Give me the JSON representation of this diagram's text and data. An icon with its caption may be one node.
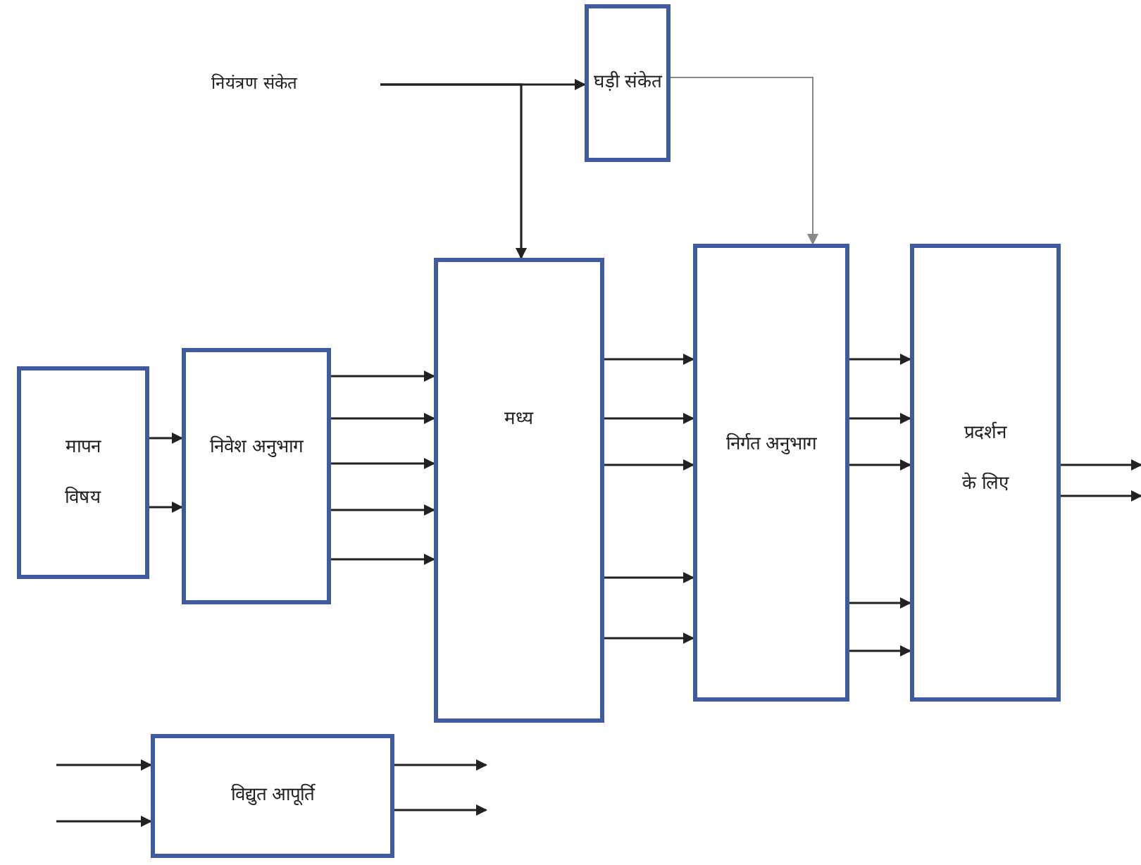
{
  "diagram": {
    "nodes": [
      {
        "text": [
          "नियंत्रण संकेत"
        ]
      },
      {
        "text": [
          "घड़ी संकेत"
        ]
      },
      {
        "text": [
          "मापन विषय"
        ]
      },
      {
        "text": [
          "निवेश अनुभाग"
        ]
      },
      {
        "text": [
          "मध्य"
        ]
      },
      {
        "text": [
          "निर्गत अनुभाग"
        ]
      },
      {
        "text": [
          "प्रदर्शन के लिए"
        ]
      },
      {
        "text": [
          "विद्युत आपूर्ति"
        ]
      }
    ],
    "edges": [
      {
        "from": 0,
        "to": 1,
        "arrow": "to"
      },
      {
        "from": 0,
        "to": 4,
        "arrow": "to"
      },
      {
        "from": 1,
        "to": 5,
        "arrow": "to",
        "color": "#888888"
      },
      {
        "from": 2,
        "to": 3,
        "arrow": "to"
      },
      {
        "from": 2,
        "to": 3,
        "arrow": "to"
      },
      {
        "from": 3,
        "to": 4,
        "arrow": "to"
      },
      {
        "from": 3,
        "to": 4,
        "arrow": "to"
      },
      {
        "from": 3,
        "to": 4,
        "arrow": "to"
      },
      {
        "from": 3,
        "to": 4,
        "arrow": "to"
      },
      {
        "from": 3,
        "to": 4,
        "arrow": "to"
      },
      {
        "from": 4,
        "to": 5,
        "arrow": "to"
      },
      {
        "from": 4,
        "to": 5,
        "arrow": "to"
      },
      {
        "from": 4,
        "to": 5,
        "arrow": "to"
      },
      {
        "from": 4,
        "to": 5,
        "arrow": "to"
      },
      {
        "from": 4,
        "to": 5,
        "arrow": "to"
      },
      {
        "from": 5,
        "to": 6,
        "arrow": "to"
      },
      {
        "from": 5,
        "to": 6,
        "arrow": "to"
      },
      {
        "from": 5,
        "to": 6,
        "arrow": "to"
      },
      {
        "from": 5,
        "to": 6,
        "arrow": "to"
      },
      {
        "from": 5,
        "to": 6,
        "arrow": "to"
      },
      {
        "from": 6,
        "to": null,
        "arrow": "to"
      },
      {
        "from": 6,
        "to": null,
        "arrow": "to"
      },
      {
        "from": null,
        "to": 7,
        "arrow": "to"
      },
      {
        "from": null,
        "to": 7,
        "arrow": "to"
      },
      {
        "from": 7,
        "to": null,
        "arrow": "to"
      },
      {
        "from": 7,
        "to": null,
        "arrow": "to"
      }
    ]
  }
}
